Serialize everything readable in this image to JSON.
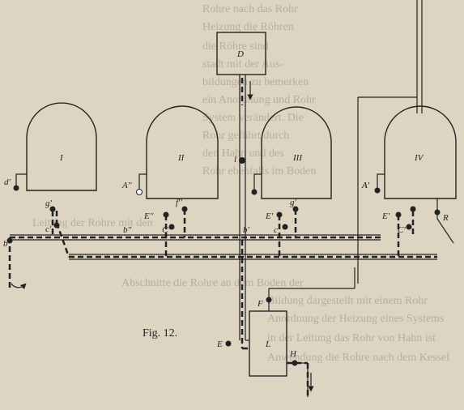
{
  "figure": {
    "caption": "Fig. 12."
  },
  "vessels": [
    {
      "id": "I",
      "label": "I"
    },
    {
      "id": "II",
      "label": "II"
    },
    {
      "id": "III",
      "label": "III"
    },
    {
      "id": "IV",
      "label": "IV"
    }
  ],
  "tanks": {
    "D": "D",
    "L": "L"
  },
  "valve_labels": {
    "d1": "d'",
    "g1": "g'",
    "c1": "c'",
    "b1": "b'",
    "a2": "A''",
    "f2": "f''",
    "e2": "E''",
    "c2": "C''",
    "b2": "b''",
    "a3": "A'",
    "e3": "E'",
    "g3": "g'",
    "c3": "c'",
    "b3": "b'",
    "a4": "A'",
    "e4": "E'",
    "c4": "C'",
    "r4": "R",
    "l": "l",
    "e": "E",
    "f": "F",
    "h": "H"
  },
  "background_text": [
    "Rohre nach das Rohr",
    "Heizung die Röhren",
    "die Röhre sind",
    "stadt mit der Aus-",
    "bildungen zu bemerken",
    "ein Anordnung und Rohr",
    "System verändert. Die",
    "Rohr geführt durch",
    "den Hahn und des",
    "Rohr ebenfalls im Boden",
    "Leitung der Rohre mit den",
    "Abschnitte die Rohre an dem Boden der",
    "Bildung dargestellt mit einem Rohr",
    "Anordnung der Heizung eines Systems",
    "in der Leitung das Rohr von Hahn ist",
    "Anwendung die Rohre nach dem Kessel"
  ]
}
